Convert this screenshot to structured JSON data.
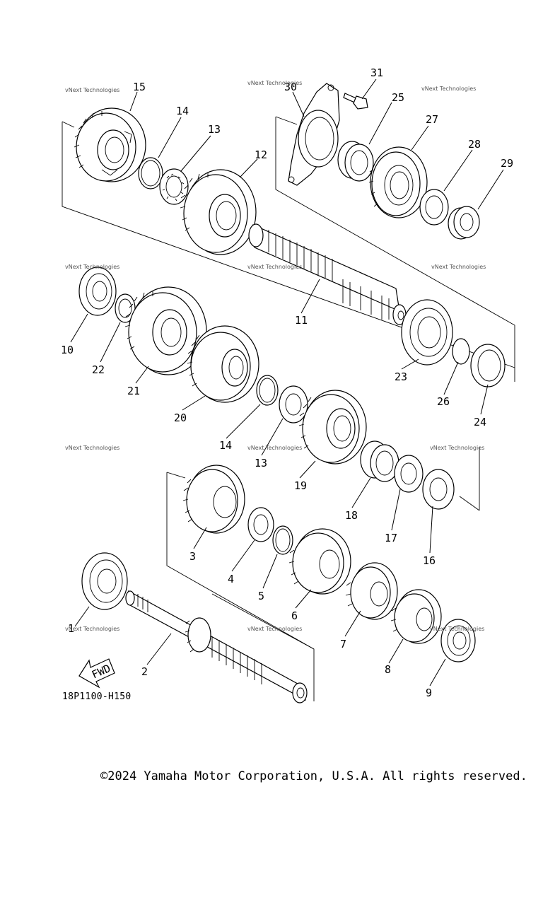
{
  "diagram": {
    "drawing_code": "18P1100-H150",
    "fwd_label": "FWD",
    "watermark_text": "vNext Technologies",
    "callouts": [
      "1",
      "2",
      "3",
      "4",
      "5",
      "6",
      "7",
      "8",
      "9",
      "10",
      "11",
      "12",
      "13",
      "14",
      "15",
      "16",
      "17",
      "18",
      "19",
      "20",
      "21",
      "22",
      "23",
      "24",
      "25",
      "26",
      "27",
      "28",
      "29",
      "30",
      "31",
      "13",
      "14"
    ]
  },
  "footer": {
    "copyright": "©2024 Yamaha Motor Corporation, U.S.A. All rights reserved."
  }
}
